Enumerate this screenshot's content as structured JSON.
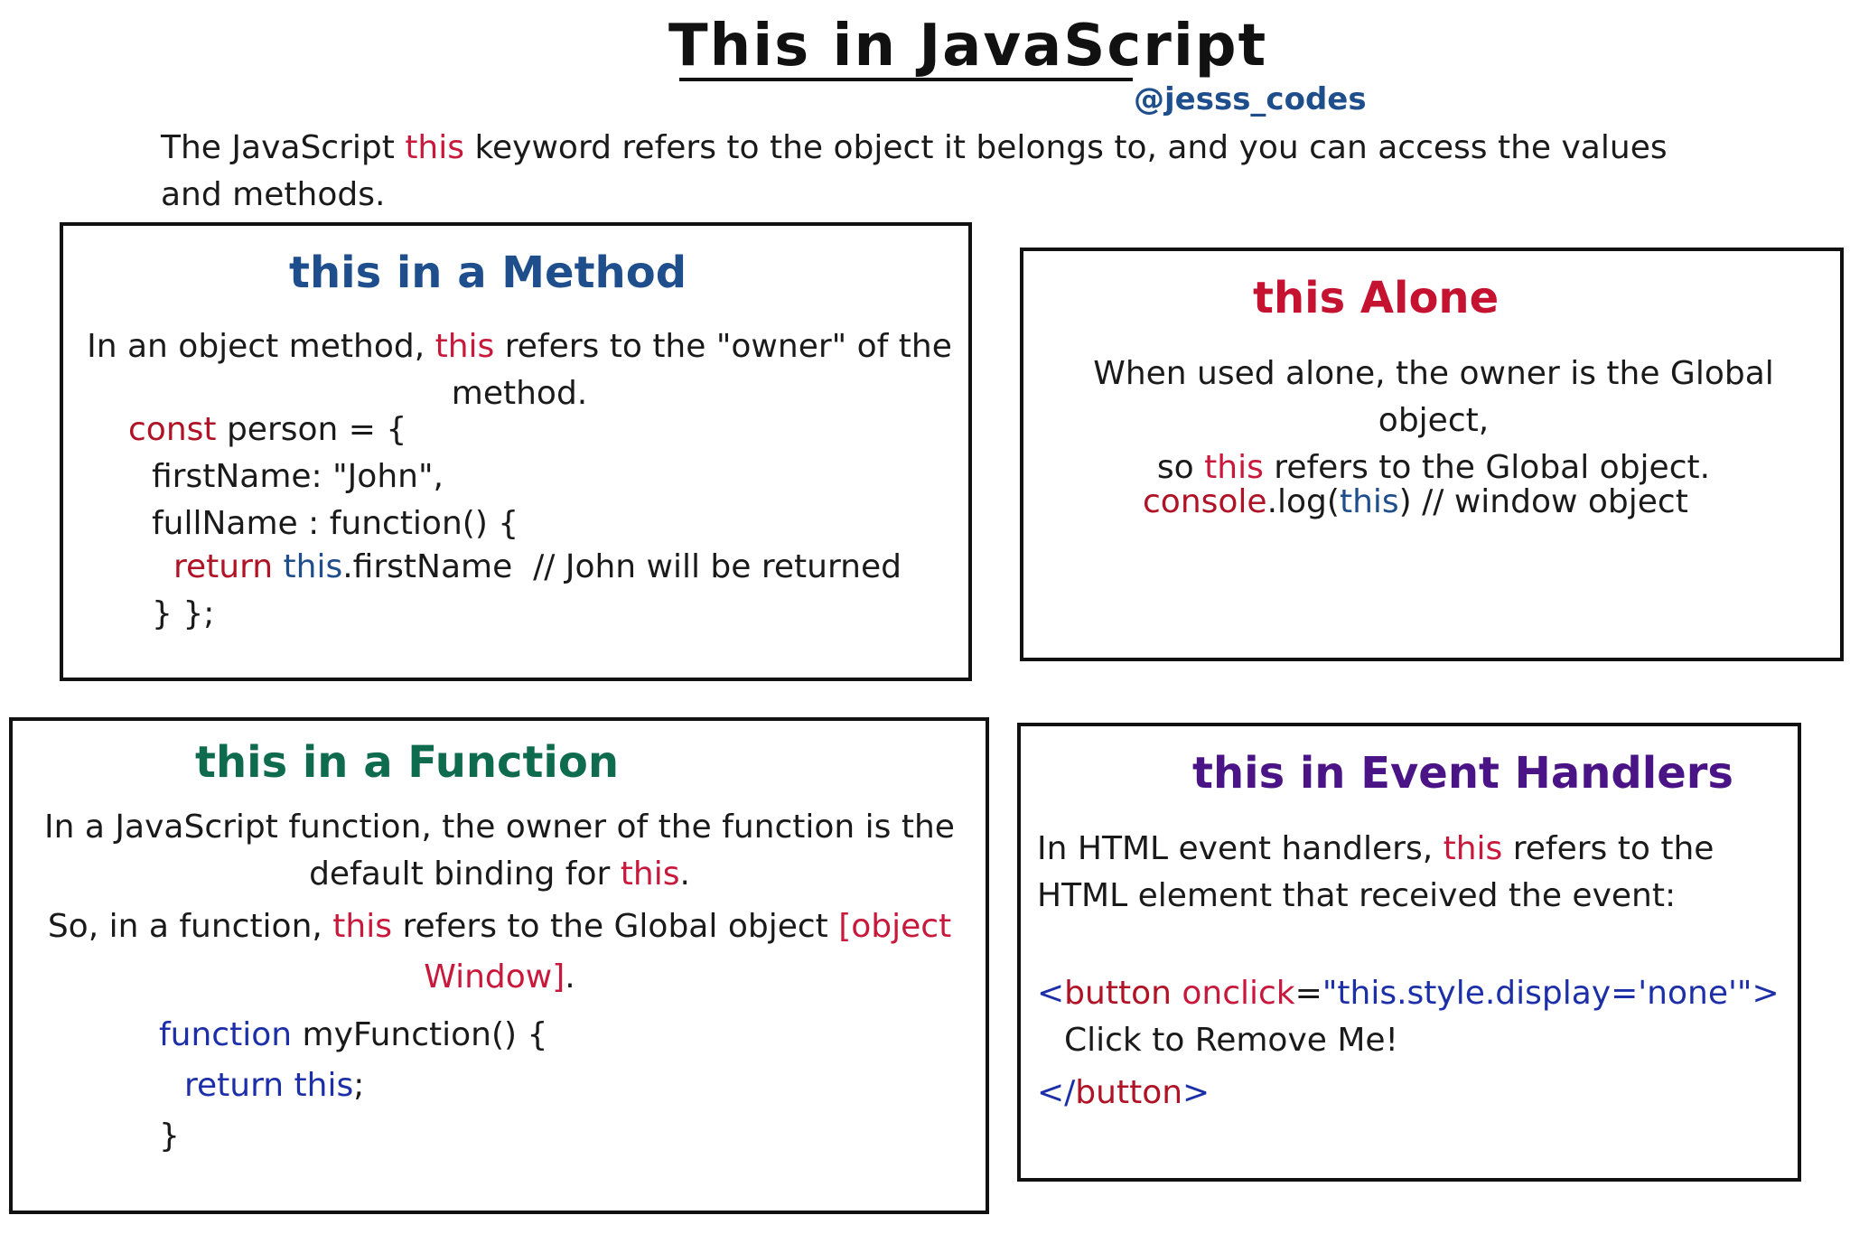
{
  "title": "This in JavaScript",
  "handle": "@jesss_codes",
  "intro": {
    "before": "The JavaScript ",
    "keyword": "this",
    "after": " keyword refers to the object it belongs to, and you can access the values and methods."
  },
  "colors": {
    "method_heading": "#1f4e8c",
    "alone_heading": "#c41230",
    "function_heading": "#0f6b4e",
    "event_heading": "#4a1486",
    "keyword_red": "#c8193c",
    "keyword_blue": "#1f4e8c"
  },
  "method": {
    "heading": "this in a Method",
    "desc_before": "In an object method, ",
    "desc_keyword": "this",
    "desc_after": " refers to the \"owner\" of the method.",
    "code": {
      "line1_kw": "const",
      "line1_rest": " person = {",
      "line2": "firstName: \"John\",",
      "line3": "fullName : function() {",
      "line4_kw": "return",
      "line4_this": "this",
      "line4_rest": ".firstName  // John will be returned",
      "line5": "} };"
    }
  },
  "alone": {
    "heading": "this Alone",
    "desc_line1": "When used alone, the owner is the Global object,",
    "desc_before": "so ",
    "desc_keyword": "this",
    "desc_after": " refers to the Global object.",
    "code": {
      "console": "console",
      "log_open": ".log(",
      "arg": "this",
      "rest": ") // window object"
    }
  },
  "function": {
    "heading": "this in a Function",
    "desc1_line1": "In a JavaScript function, the owner of the function is the",
    "desc1_before": "default binding for ",
    "desc1_keyword": "this",
    "desc1_after": ".",
    "desc2_before": "So, in a function, ",
    "desc2_keyword": "this",
    "desc2_mid": " refers to the Global object ",
    "desc2_obj": "[object Window]",
    "desc2_after": ".",
    "code": {
      "line1_kw": "function",
      "line1_rest": " myFunction() {",
      "line2_kw": "return",
      "line2_this": "this",
      "line2_rest": ";",
      "line3": "}"
    }
  },
  "event": {
    "heading": "this in Event Handlers",
    "desc_before": "In HTML event handlers, ",
    "desc_keyword": "this",
    "desc_after": " refers to the HTML element that received the event:",
    "code": {
      "open_bracket": "<",
      "tag": "button",
      "attr": " onclick",
      "eq": "=",
      "value": "\"this.style.display='none'\"",
      "close_bracket": ">",
      "content": "Click to Remove Me!",
      "end_open": "</",
      "end_tag": "button",
      "end_close": ">"
    }
  }
}
